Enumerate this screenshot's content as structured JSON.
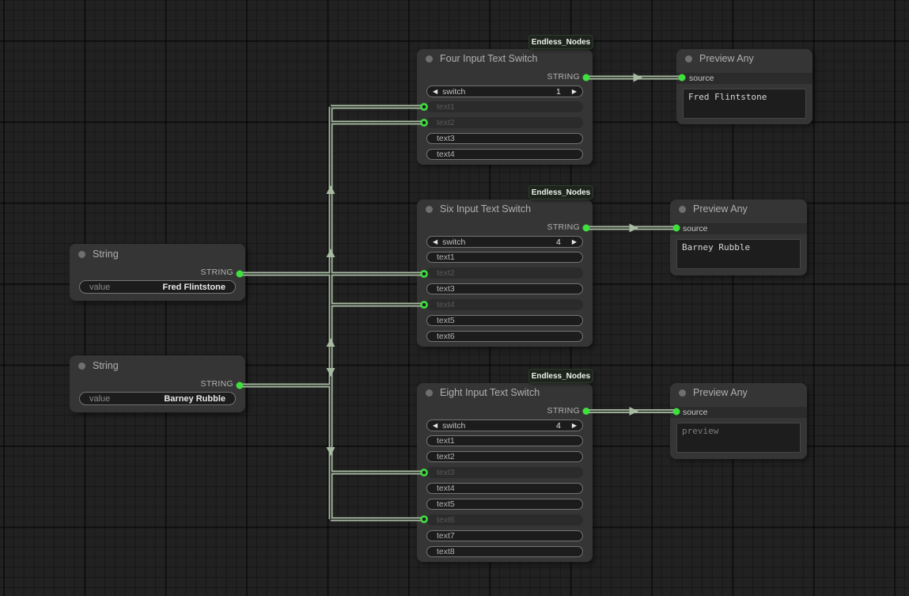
{
  "badge": "Endless_Nodes",
  "colors": {
    "accent_green": "#3fdf3f",
    "wire": "#a8baa2",
    "node_bg": "#353535"
  },
  "nodes": {
    "string_fred": {
      "title": "String",
      "output": "STRING",
      "label": "value",
      "value": "Fred Flintstone"
    },
    "string_barney": {
      "title": "String",
      "output": "STRING",
      "label": "value",
      "value": "Barney Rubble"
    },
    "switch_four": {
      "title": "Four Input Text Switch",
      "output": "STRING",
      "switch_label": "switch",
      "switch_value": "1",
      "dec_icon": "◀",
      "inc_icon": "▶",
      "inputs": [
        "text1",
        "text2",
        "text3",
        "text4"
      ],
      "connected_inputs": [
        "text1",
        "text2"
      ]
    },
    "switch_six": {
      "title": "Six Input Text Switch",
      "output": "STRING",
      "switch_label": "switch",
      "switch_value": "4",
      "dec_icon": "◀",
      "inc_icon": "▶",
      "inputs": [
        "text1",
        "text2",
        "text3",
        "text4",
        "text5",
        "text6"
      ],
      "connected_inputs": [
        "text2",
        "text4"
      ]
    },
    "switch_eight": {
      "title": "Eight Input Text Switch",
      "output": "STRING",
      "switch_label": "switch",
      "switch_value": "4",
      "dec_icon": "◀",
      "inc_icon": "▶",
      "inputs": [
        "text1",
        "text2",
        "text3",
        "text4",
        "text5",
        "text6",
        "text7",
        "text8"
      ],
      "connected_inputs": [
        "text3",
        "text6"
      ]
    },
    "preview_fred": {
      "title": "Preview Any",
      "input": "source",
      "content": "Fred Flintstone"
    },
    "preview_barney": {
      "title": "Preview Any",
      "input": "source",
      "content": "Barney Rubble"
    },
    "preview_eight": {
      "title": "Preview Any",
      "input": "source",
      "content": "preview"
    }
  }
}
